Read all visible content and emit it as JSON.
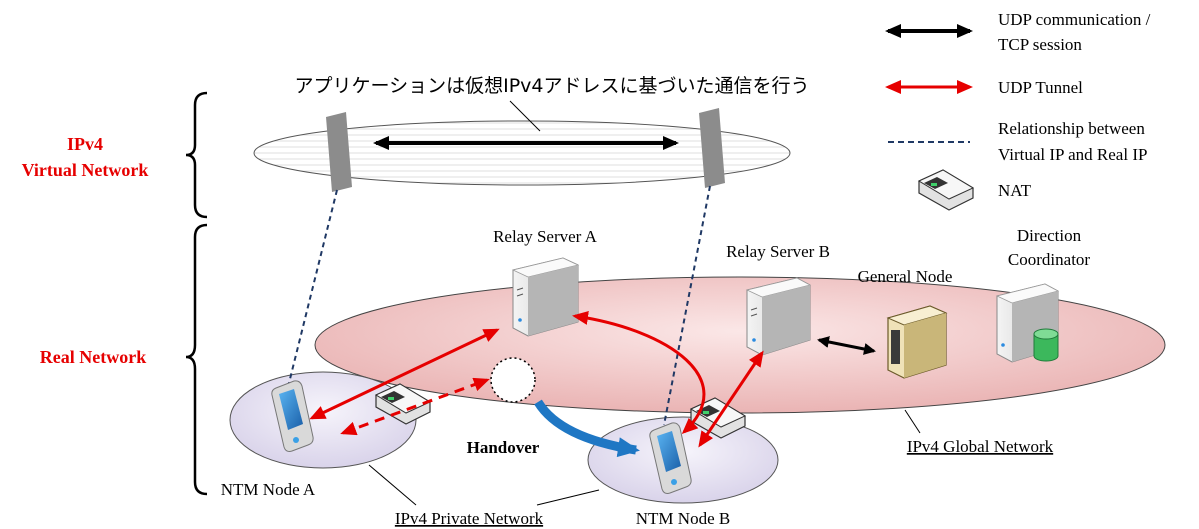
{
  "labels": {
    "app_note": "アプリケーションは仮想IPv4アドレスに基づいた通信を行う",
    "ipv4_line1": "IPv4",
    "ipv4_line2": "Virtual Network",
    "real_network": "Real Network",
    "relay_a": "Relay Server A",
    "relay_b": "Relay Server B",
    "general_node": "General Node",
    "direction_line1": "Direction",
    "direction_line2": "Coordinator",
    "handover": "Handover",
    "ntm_a": "NTM Node A",
    "ntm_b": "NTM Node B",
    "private_network": "IPv4 Private Network",
    "global_network": "IPv4 Global Network"
  },
  "legend": {
    "udp_comm_line1": "UDP communication /",
    "udp_comm_line2": "TCP session",
    "udp_tunnel": "UDP Tunnel",
    "relationship_line1": "Relationship between",
    "relationship_line2": "Virtual IP and Real IP",
    "nat": "NAT"
  },
  "colors": {
    "red": "#e60000",
    "black": "#000000",
    "dashed_blue": "#1f3864",
    "handover_blue": "#1f77c4",
    "pink_fill": "#f2c7c7",
    "lavender_fill": "#e8e4f2",
    "label_red": "#e60000"
  }
}
